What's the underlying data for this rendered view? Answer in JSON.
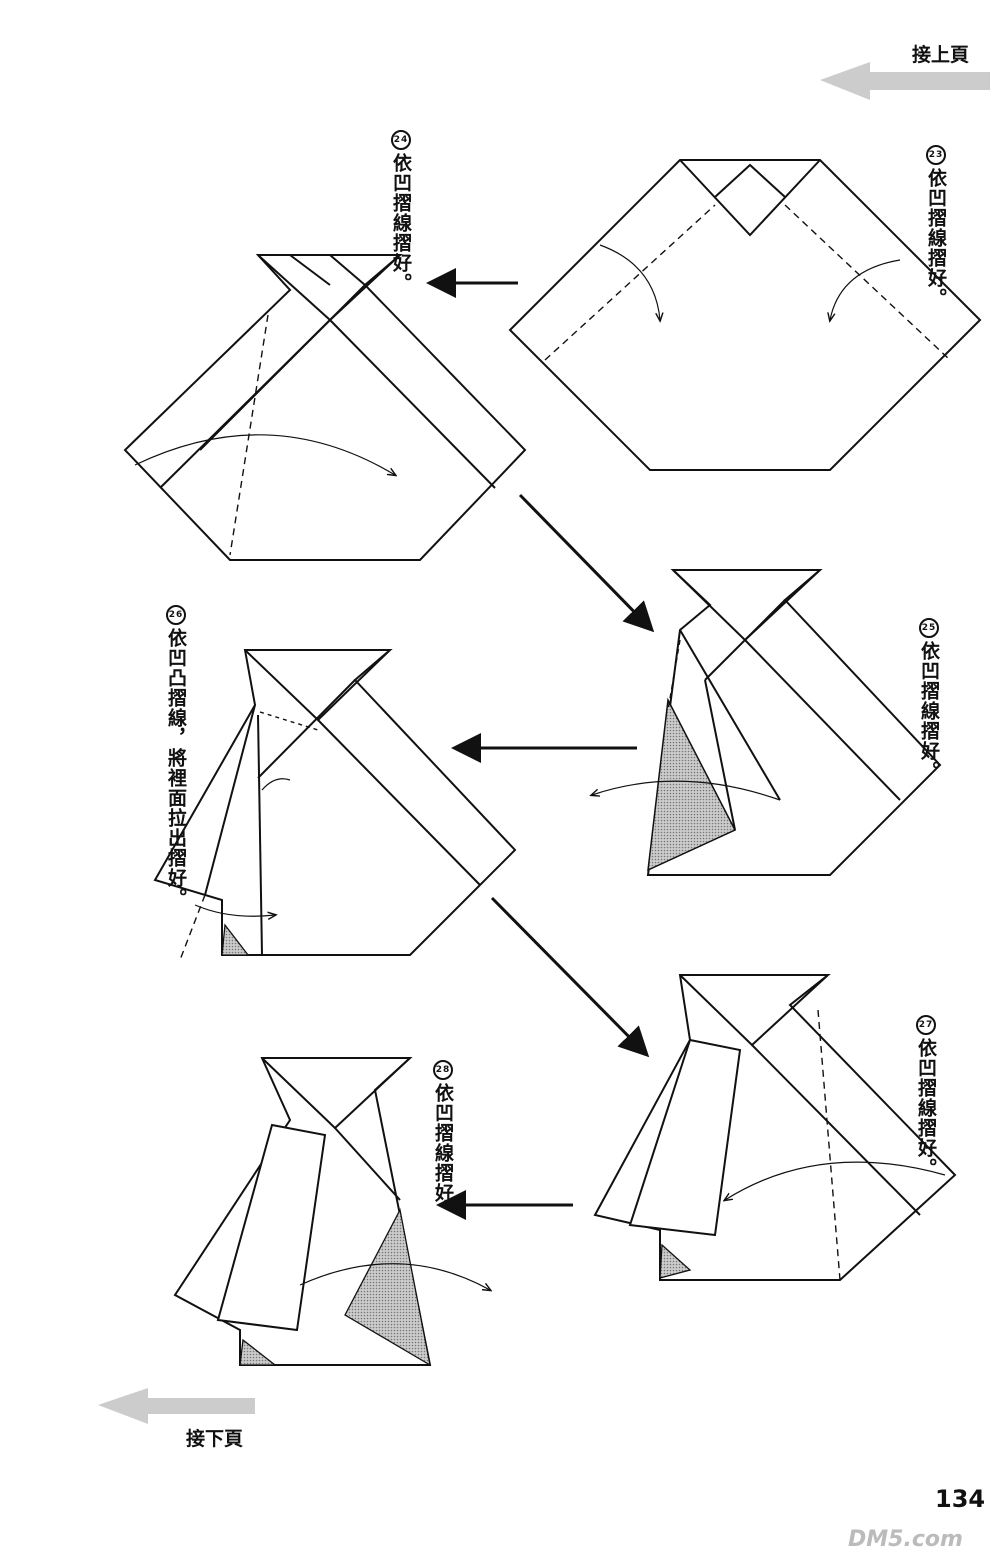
{
  "nav": {
    "continued_from": "接上頁",
    "continued_to": "接下頁"
  },
  "steps": [
    {
      "num": "23",
      "line1": "依凹摺線",
      "line2": "摺好。"
    },
    {
      "num": "24",
      "line1": "依凹摺線",
      "line2": "摺好。"
    },
    {
      "num": "25",
      "line1": "依凹摺線",
      "line2": "摺好。"
    },
    {
      "num": "26",
      "line1": "依凹凸摺線，",
      "line2": "將裡面拉出摺好。"
    },
    {
      "num": "27",
      "line1": "依凹摺線",
      "line2": "摺好。"
    },
    {
      "num": "28",
      "line1": "依凹摺線",
      "line2": "摺好。"
    }
  ],
  "page_number": "134",
  "watermark": "DM5.com"
}
